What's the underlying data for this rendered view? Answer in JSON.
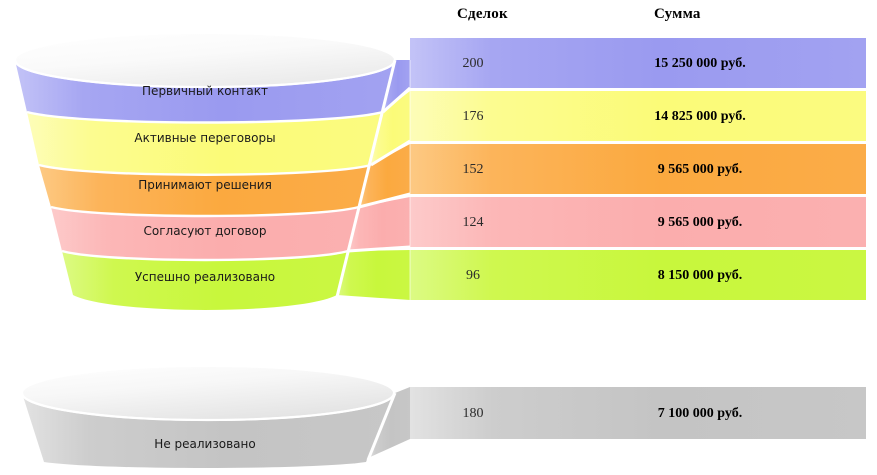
{
  "headers": {
    "count": "Сделок",
    "sum": "Сумма"
  },
  "chart_data": {
    "type": "bar",
    "title": "",
    "xlabel": "",
    "ylabel": "",
    "legend": "none",
    "grid": false,
    "columns": [
      "Сделок",
      "Сумма"
    ],
    "categories": [
      "Первичный контакт",
      "Активные переговоры",
      "Принимают решения",
      "Согласуют договор",
      "Успешно реализовано",
      "Не реализовано"
    ],
    "values": [
      200,
      176,
      152,
      124,
      96,
      180
    ],
    "amount_labels": [
      "15 250 000 руб.",
      "14 825 000 руб.",
      "9 565 000 руб.",
      "9 565 000 руб.",
      "8 150 000 руб.",
      "7 100 000 руб."
    ],
    "amounts": [
      15250000,
      14825000,
      9565000,
      9565000,
      8150000,
      7100000
    ],
    "colors": [
      "#9a9af0",
      "#fbfb78",
      "#fba93f",
      "#fbadad",
      "#c8f73c",
      "#c4c4c4"
    ]
  },
  "stages": [
    {
      "label": "Первичный контакт",
      "count": "200",
      "amount": "15 250 000 руб.",
      "color": "#9a9af0"
    },
    {
      "label": "Активные переговоры",
      "count": "176",
      "amount": "14 825 000 руб.",
      "color": "#fbfb78"
    },
    {
      "label": "Принимают решения",
      "count": "152",
      "amount": "9 565 000 руб.",
      "color": "#fba93f"
    },
    {
      "label": "Согласуют договор",
      "count": "124",
      "amount": "9 565 000 руб.",
      "color": "#fbadad"
    },
    {
      "label": "Успешно реализовано",
      "count": "96",
      "amount": "8 150 000 руб.",
      "color": "#c8f73c"
    }
  ],
  "lost_stage": {
    "label": "Не реализовано",
    "count": "180",
    "amount": "7 100 000 руб.",
    "color": "#c4c4c4"
  }
}
